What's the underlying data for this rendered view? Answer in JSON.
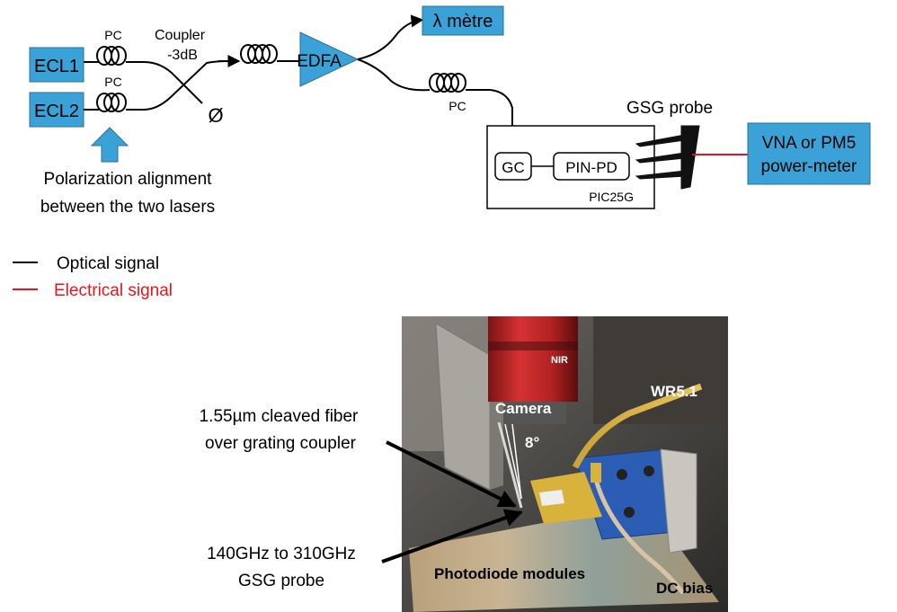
{
  "setup": {
    "ecl1": "ECL1",
    "ecl2": "ECL2",
    "pc1": "PC",
    "pc2": "PC",
    "pc3": "PC",
    "coupler_line1": "Coupler",
    "coupler_line2": "-3dB",
    "null_port": "Ø",
    "edfa": "EDFA",
    "wavemeter": "λ mètre",
    "gsg_probe": "GSG probe",
    "gc": "GC",
    "pin_pd": "PIN-PD",
    "chip": "PIC25G",
    "vna_line1": "VNA or PM5",
    "vna_line2": "power-meter",
    "polarization_line1": "Polarization alignment",
    "polarization_line2": "between the two lasers"
  },
  "legend": {
    "optical": "Optical signal",
    "electrical": "Electrical signal"
  },
  "photo": {
    "camera": "Camera",
    "angle": "8°",
    "waveguide": "WR5.1",
    "modules": "Photodiode modules",
    "dc_bias": "DC bias",
    "lens_marking": "NIR",
    "fiber_line1": "1.55µm cleaved fiber",
    "fiber_line2": "over grating coupler",
    "probe_line1": "140GHz to 310GHz",
    "probe_line2": "GSG probe"
  },
  "colors": {
    "box_fill": "#3aa2d6",
    "box_stroke": "#2a6f96",
    "optical": "#000000",
    "electrical": "#e8141c",
    "arrow_fill": "#3aa2d6"
  }
}
